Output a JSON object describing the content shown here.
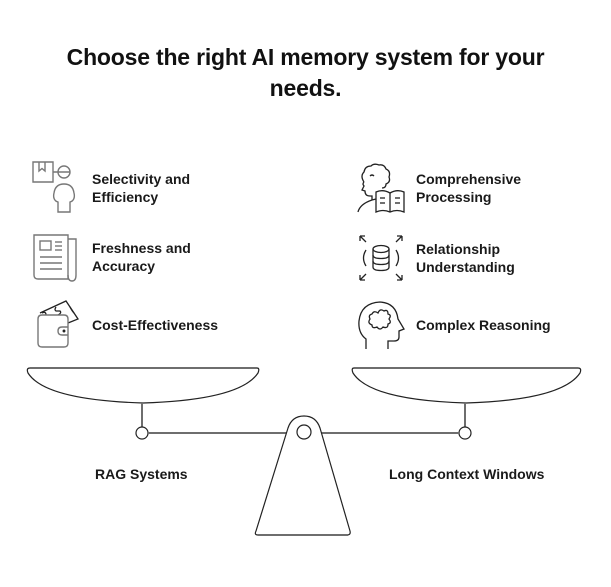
{
  "title": "Choose the right AI memory system for your needs.",
  "left": {
    "system_label": "RAG Systems",
    "items": [
      {
        "icon": "package-person-icon",
        "lines": [
          "Selectivity and",
          "Efficiency"
        ]
      },
      {
        "icon": "newspaper-icon",
        "lines": [
          "Freshness and",
          "Accuracy"
        ]
      },
      {
        "icon": "wallet-money-icon",
        "lines": [
          "Cost-Effectiveness"
        ]
      }
    ]
  },
  "right": {
    "system_label": "Long Context Windows",
    "items": [
      {
        "icon": "person-reading-book-icon",
        "lines": [
          "Comprehensive",
          "Processing"
        ]
      },
      {
        "icon": "database-expand-icon",
        "lines": [
          "Relationship",
          "Understanding"
        ]
      },
      {
        "icon": "head-puzzle-icon",
        "lines": [
          "Complex Reasoning"
        ]
      }
    ]
  },
  "colors": {
    "text": "#1a1a1a",
    "stroke_dark": "#222222",
    "stroke_gray": "#6e6e6e"
  }
}
